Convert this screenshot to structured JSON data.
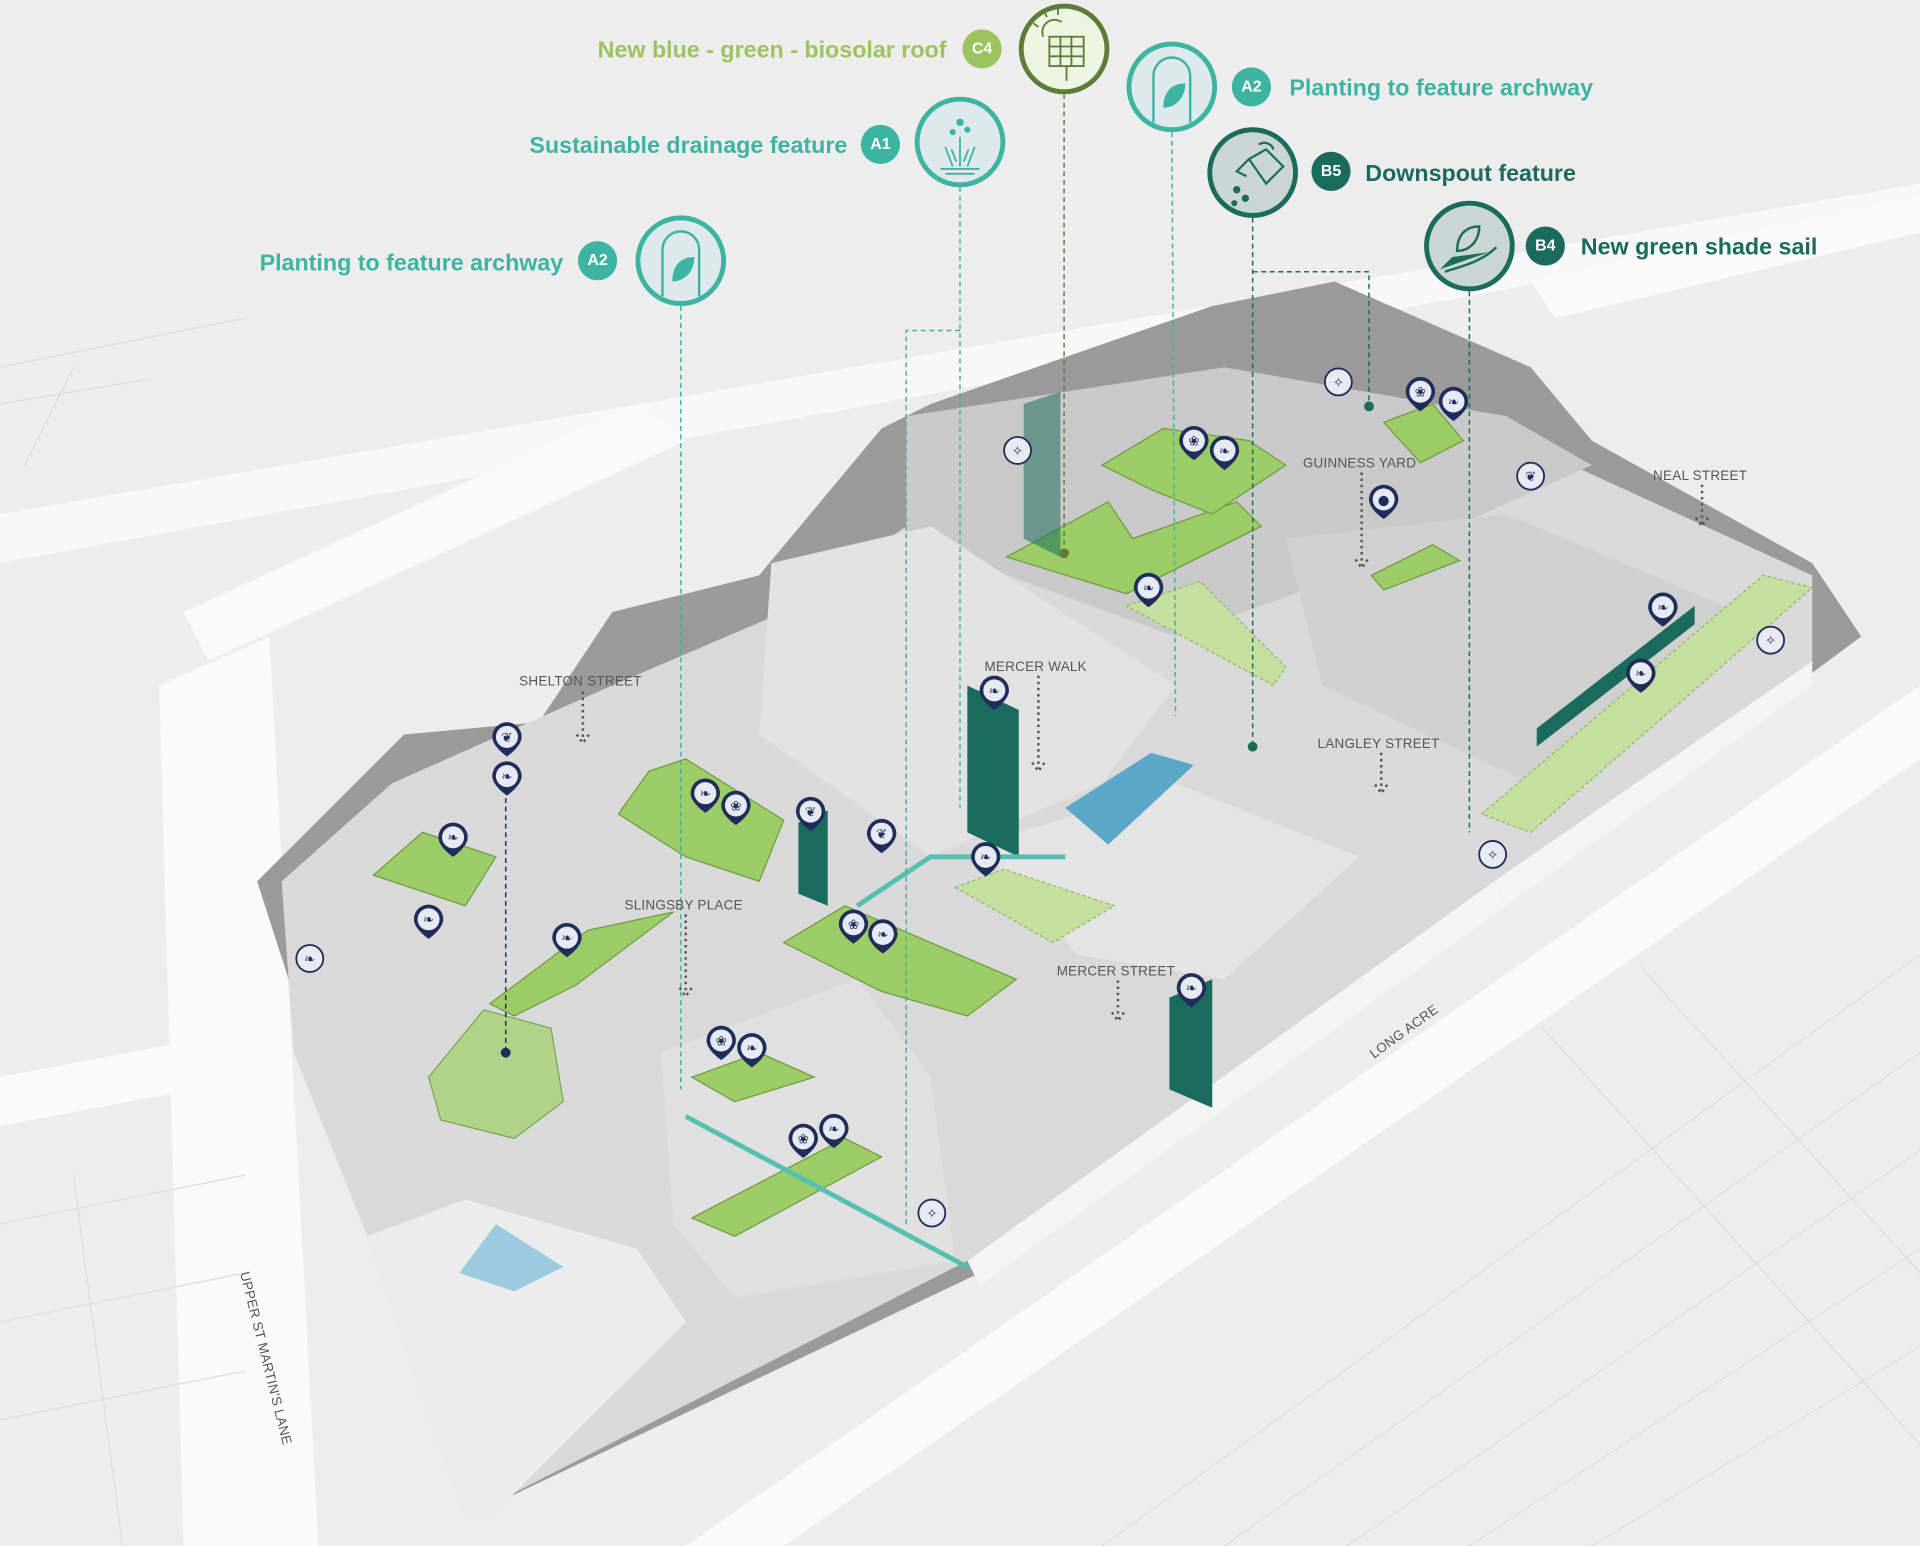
{
  "callouts": [
    {
      "code": "C4",
      "label": "New blue - green - biosolar roof",
      "icon": "biosolar-roof-icon",
      "color": "#9cc35e",
      "ring": "#5d7c37"
    },
    {
      "code": "A2",
      "label": "Planting to feature archway",
      "icon": "archway-planting-icon",
      "color": "#3db3a2",
      "ring": "#3db3a2"
    },
    {
      "code": "A1",
      "label": "Sustainable drainage feature",
      "icon": "drainage-plant-icon",
      "color": "#3db3a2",
      "ring": "#3db3a2"
    },
    {
      "code": "B5",
      "label": "Downspout feature",
      "icon": "watering-can-icon",
      "color": "#1b6b5d",
      "ring": "#1b6b5d"
    },
    {
      "code": "B4",
      "label": "New green shade sail",
      "icon": "shade-sail-leaf-icon",
      "color": "#1b6b5d",
      "ring": "#1b6b5d"
    },
    {
      "code": "A2",
      "label": "Planting to feature archway",
      "icon": "archway-planting-icon",
      "color": "#3db3a2",
      "ring": "#3db3a2"
    }
  ],
  "streets": {
    "shelton": "SHELTON STREET",
    "mercer_walk": "MERCER WALK",
    "guinness": "GUINNESS YARD",
    "neal": "NEAL STREET",
    "langley": "LANGLEY STREET",
    "slingsby": "SLINGSBY PLACE",
    "mercer_street": "MERCER STREET",
    "long_acre": "LONG ACRE",
    "st_martins": "UPPER ST MARTIN'S LANE"
  },
  "colors": {
    "roof_green": "#9ccc65",
    "dark_teal": "#1b6b5d",
    "pin_navy": "#1f2d5a",
    "building_gray": "#cfcfcf",
    "water_blue": "#5ba7c7"
  }
}
